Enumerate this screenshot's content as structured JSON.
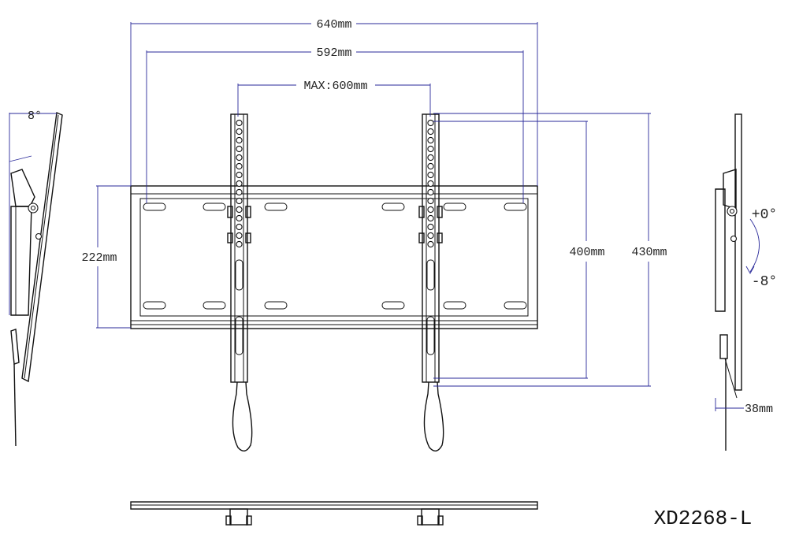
{
  "dimensions": {
    "outer_width": "640mm",
    "pattern_width": "592mm",
    "max_vesa": "MAX:600mm",
    "plate_height": "222mm",
    "vertical_inner": "400mm",
    "vertical_outer": "430mm",
    "depth": "38mm"
  },
  "angles": {
    "left_tilt": "8°",
    "right_up": "+0°",
    "right_down": "-8°"
  },
  "model_number": "XD2268-L",
  "colors": {
    "line": "#111111",
    "dimension_line": "#2a2a9a"
  }
}
